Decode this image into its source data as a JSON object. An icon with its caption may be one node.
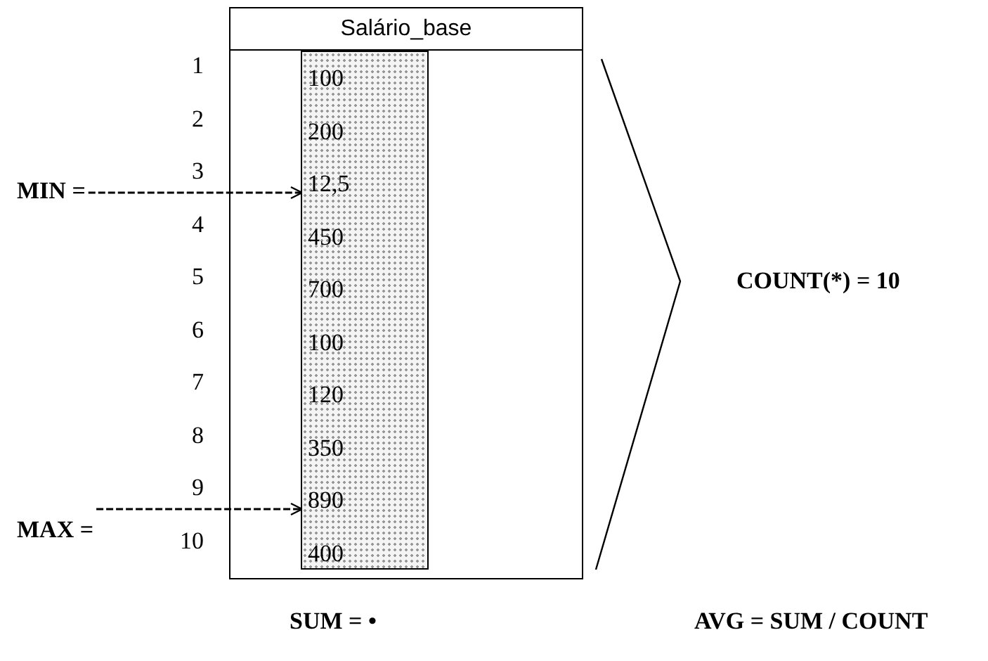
{
  "diagram": {
    "nodes": [
      {
        "text": [
          "Salário_base"
        ]
      },
      {
        "text": [
          "100"
        ],
        "in": 0
      },
      {
        "text": [
          "200"
        ],
        "in": 0
      },
      {
        "text": [
          "12,5"
        ],
        "in": 0
      },
      {
        "text": [
          "450"
        ],
        "in": 0
      },
      {
        "text": [
          "700"
        ],
        "in": 0
      },
      {
        "text": [
          "100"
        ],
        "in": 0
      },
      {
        "text": [
          "120"
        ],
        "in": 0
      },
      {
        "text": [
          "350"
        ],
        "in": 0
      },
      {
        "text": [
          "890"
        ],
        "in": 0
      },
      {
        "text": [
          "400"
        ],
        "in": 0
      },
      {
        "text": [
          "MIN ="
        ]
      },
      {
        "text": [
          "MAX ="
        ]
      }
    ],
    "edges": [
      {
        "from": 11,
        "to": 3,
        "arrow": "to",
        "style": "dashed"
      },
      {
        "from": 12,
        "to": 9,
        "arrow": "to",
        "style": "dashed"
      }
    ],
    "labels": [
      "1",
      "2",
      "3",
      "4",
      "5",
      "6",
      "7",
      "8",
      "9",
      "10",
      "COUNT(*) = 10",
      "SUM = •",
      "AVG = SUM / COUNT"
    ]
  }
}
